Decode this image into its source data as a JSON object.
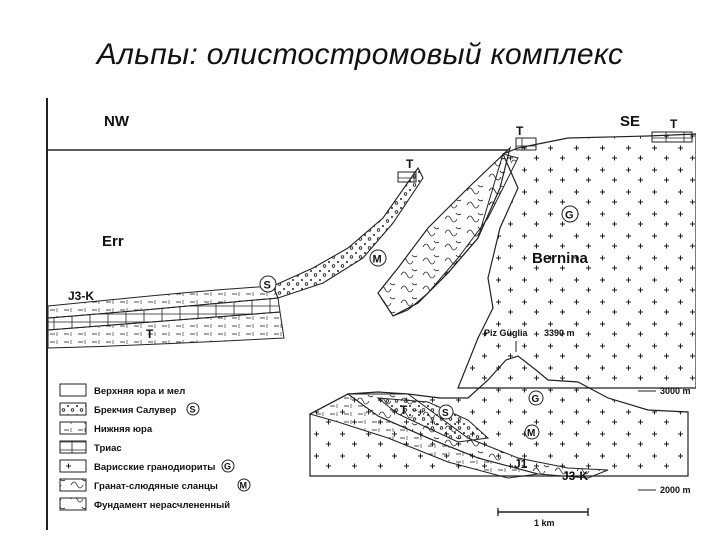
{
  "slide": {
    "title": "Альпы: олистостромовый комплекс"
  },
  "upper_section": {
    "direction_left": "NW",
    "direction_right": "SE",
    "label_err": "Err",
    "label_bernina": "Bernina",
    "label_j3k": "J3-K",
    "label_j1": "J1",
    "label_t_base": "T",
    "label_t_top": "T",
    "label_t_mid": "T",
    "label_t_right": "T",
    "symbol_s": "S",
    "symbol_m": "M",
    "symbol_g": "G"
  },
  "lower_section": {
    "peak_label": "Piz Güglia",
    "peak_elevation": "3390 m",
    "elev_3000": "3000 m",
    "elev_2000": "2000 m",
    "scale_label": "1 km",
    "label_t": "T",
    "label_j1": "J1",
    "label_j3k": "J3-K",
    "symbol_s": "S",
    "symbol_m": "M",
    "symbol_g": "G"
  },
  "legend": [
    {
      "text": "Верхняя юра и мел",
      "symbol": ""
    },
    {
      "text": "Брекчия Салувер",
      "symbol": "S"
    },
    {
      "text": "Нижняя юра",
      "symbol": ""
    },
    {
      "text": "Триас",
      "symbol": ""
    },
    {
      "text": "Варисские гранодиориты",
      "symbol": "G"
    },
    {
      "text": "Гранат-слюдяные сланцы",
      "symbol": "M"
    },
    {
      "text": "Фундамент нерасчлененный",
      "symbol": ""
    }
  ]
}
